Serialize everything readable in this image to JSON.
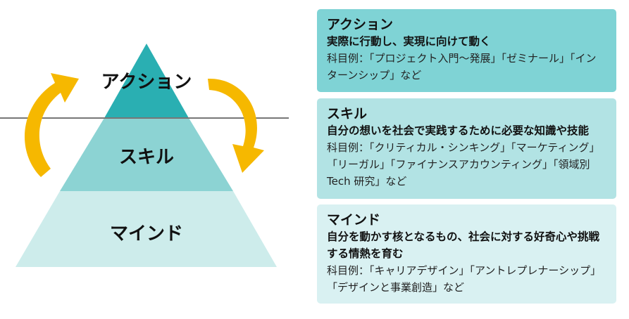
{
  "pyramid": {
    "levels": [
      {
        "label": "アクション",
        "color": "#2aafb2"
      },
      {
        "label": "スキル",
        "color": "#8cd3d3"
      },
      {
        "label": "マインド",
        "color": "#cdeceb"
      }
    ],
    "arrow_color": "#f6b800",
    "line_color": "#777777"
  },
  "cards": [
    {
      "title": "アクション",
      "lead": "実際に行動し、実現に向けて動く",
      "examples": "科目例：「プロジェクト入門～発展」「ゼミナール」「インターンシップ」など",
      "bg": "#7fd3d5"
    },
    {
      "title": "スキル",
      "lead": "自分の想いを社会で実践するために必要な知識や技能",
      "examples": "科目例：「クリティカル・シンキング」「マーケティング」「リーガル」「ファイナンスアカウンティング」「領域別Tech 研究」など",
      "bg": "#b2e3e4"
    },
    {
      "title": "マインド",
      "lead": "自分を動かす核となるもの、社会に対する好奇心や挑戦する情熱を育む",
      "examples": "科目例：「キャリアデザイン」「アントレプレナーシップ」「デザインと事業創造」など",
      "bg": "#d9f1f2"
    }
  ]
}
